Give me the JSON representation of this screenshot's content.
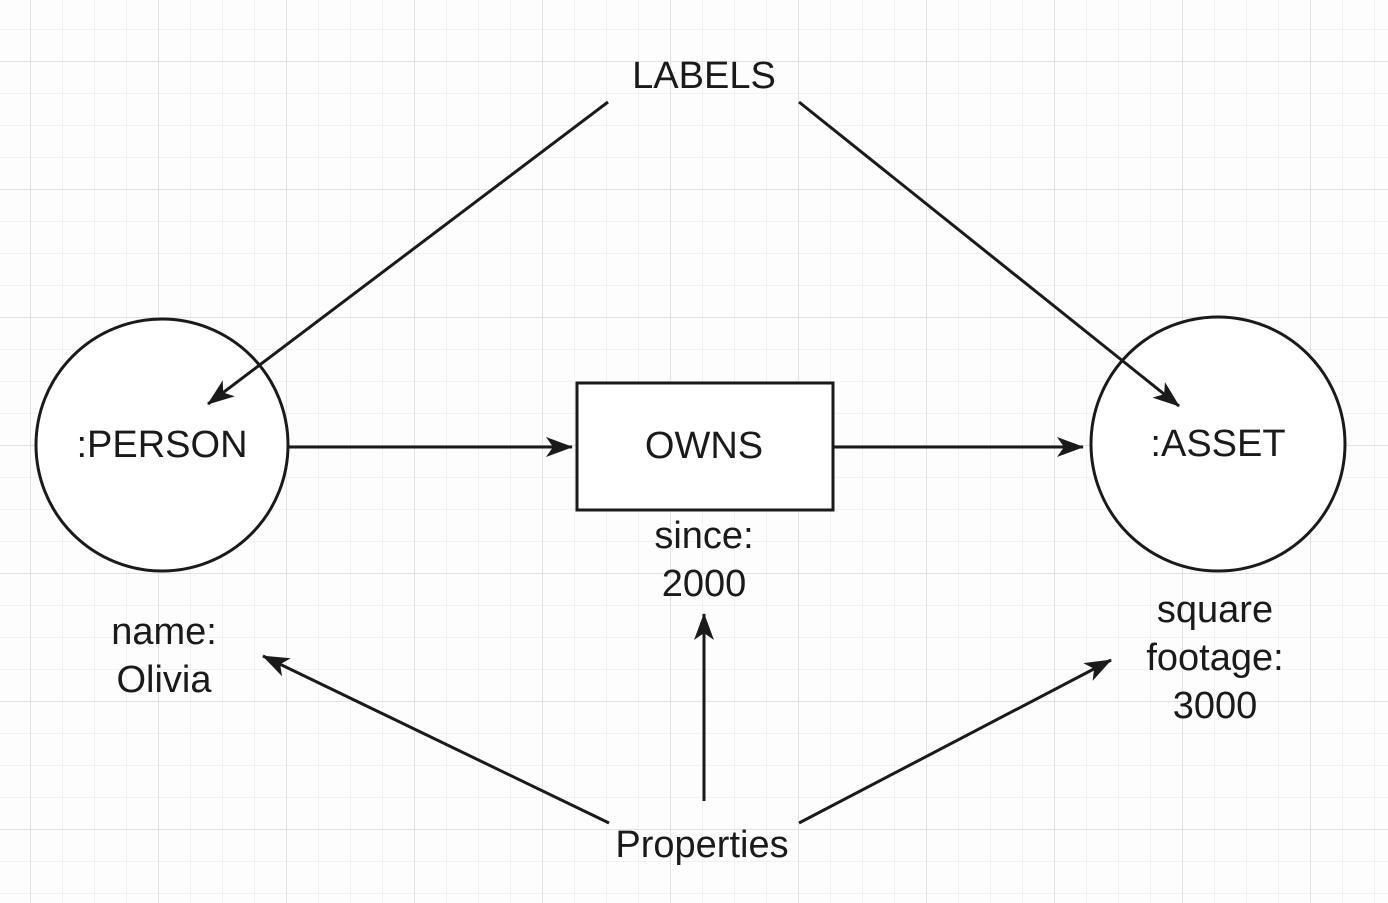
{
  "diagram": {
    "annotations": {
      "labels": "LABELS",
      "properties": "Properties"
    },
    "nodes": {
      "person": {
        "label": ":PERSON",
        "property_lines": [
          "name:",
          "Olivia"
        ]
      },
      "asset": {
        "label": ":ASSET",
        "property_lines": [
          "square",
          "footage:",
          "3000"
        ]
      }
    },
    "relationship": {
      "label": "OWNS",
      "property_lines": [
        "since:",
        "2000"
      ]
    },
    "colors": {
      "stroke": "#1a1a1a",
      "background": "#fdfdfd",
      "grid_minor": "#f1f1f4",
      "grid_major": "#e2e2e6",
      "shape_fill": "#ffffff"
    }
  }
}
